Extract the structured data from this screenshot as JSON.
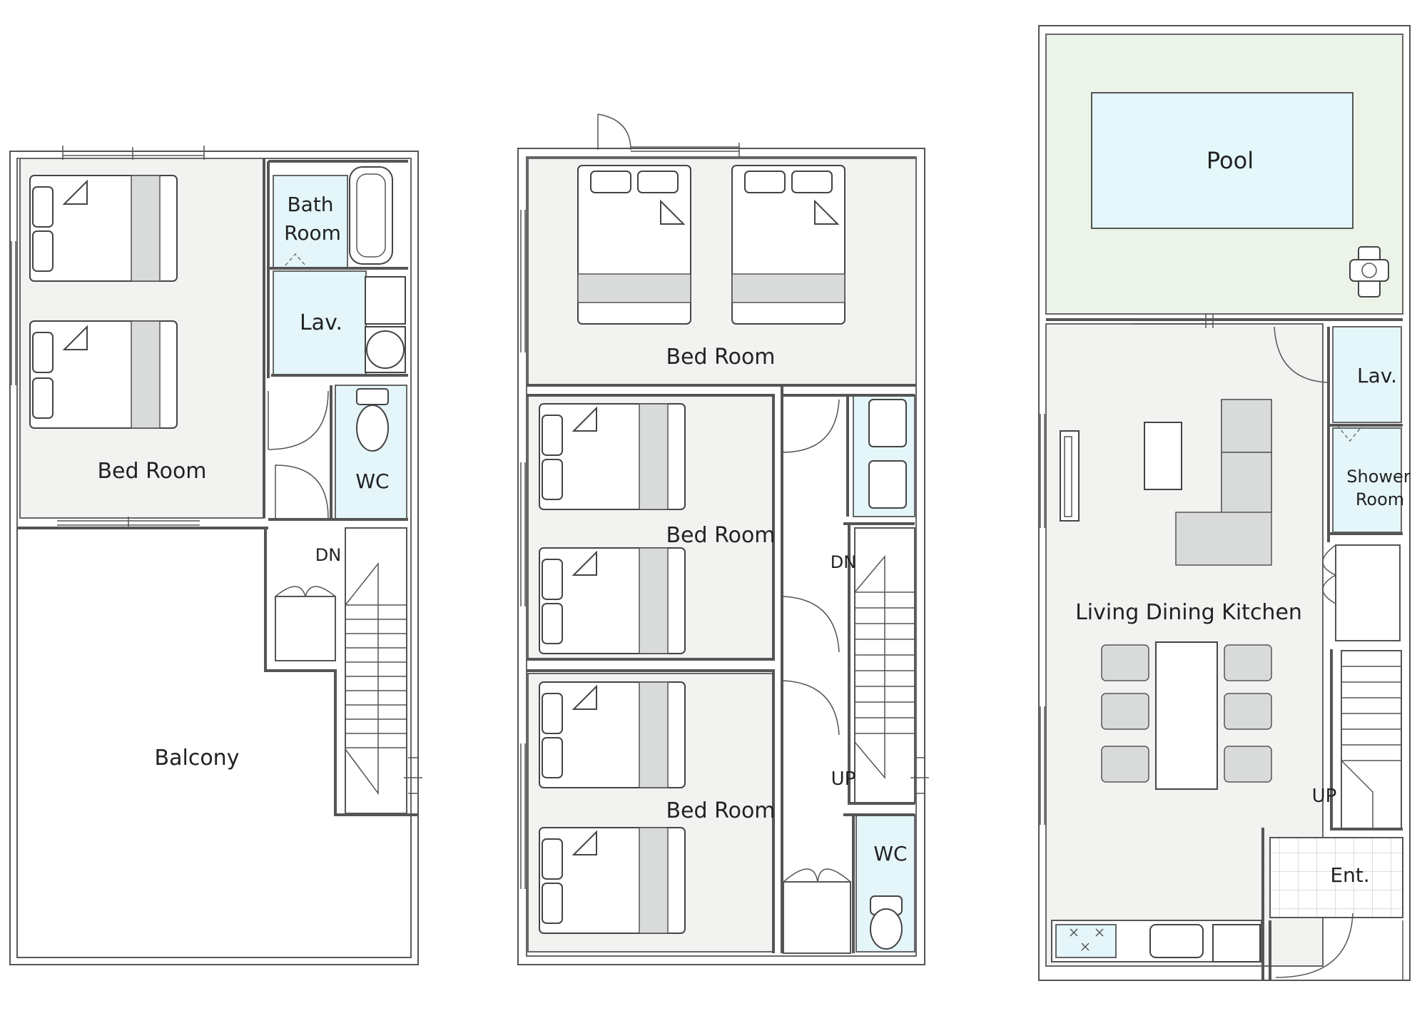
{
  "floors": {
    "third": {
      "bed_room": "Bed Room",
      "bath_room_line1": "Bath",
      "bath_room_line2": "Room",
      "lav": "Lav.",
      "wc": "WC",
      "dn": "DN",
      "balcony": "Balcony"
    },
    "second": {
      "bed_room_top": "Bed Room",
      "bed_room_middle": "Bed Room",
      "bed_room_bottom": "Bed Room",
      "dn": "DN",
      "up": "UP",
      "wc": "WC"
    },
    "first": {
      "pool": "Pool",
      "lav": "Lav.",
      "shower_line1": "Shower",
      "shower_line2": "Room",
      "ldk": "Living Dining Kitchen",
      "up": "UP",
      "ent": "Ent."
    }
  },
  "colors": {
    "room": "#f2f2f0",
    "wet_area": "#e4f6fa",
    "pool_deck": "#ecf4ea",
    "pool_water": "#e4f8fb",
    "wall": "#555555"
  }
}
